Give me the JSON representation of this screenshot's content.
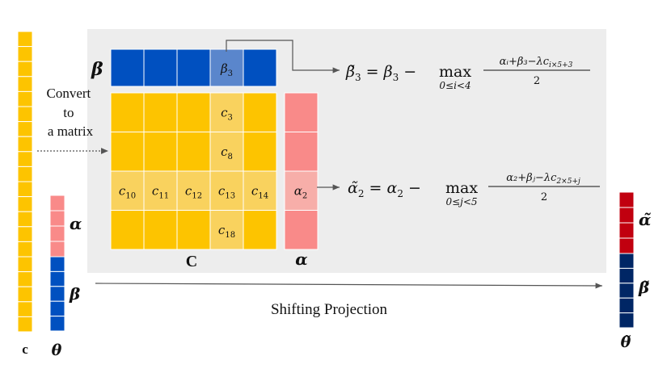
{
  "colors": {
    "c_vector": "#FDC400",
    "matrix_cell": "#FDC400",
    "matrix_highlight": "#F9D25E",
    "beta_blue": "#0050C0",
    "beta_highlight": "#5A86CC",
    "alpha_pink": "#F98A89",
    "alpha_highlight": "#F7AEA9",
    "out_red": "#C1000F",
    "out_navy": "#002665",
    "panel_bg": "#EDEDED",
    "arrow": "#555555"
  },
  "labels": {
    "c": "c",
    "theta": "θ",
    "alpha": "α",
    "beta": "β",
    "C_matrix": "C",
    "alpha_tilde": "α̃",
    "beta_tilde": "β̃",
    "theta_tilde": "θ̃",
    "convert": [
      "Convert",
      "to",
      "a matrix"
    ],
    "shifting_projection": "Shifting Projection"
  },
  "matrix": {
    "rows": 4,
    "cols": 5,
    "highlight_row": 2,
    "highlight_col": 3,
    "cell_labels": [
      {
        "row": 0,
        "col": 3,
        "base": "c",
        "sub": "3"
      },
      {
        "row": 1,
        "col": 3,
        "base": "c",
        "sub": "8"
      },
      {
        "row": 2,
        "col": 0,
        "base": "c",
        "sub": "10"
      },
      {
        "row": 2,
        "col": 1,
        "base": "c",
        "sub": "11"
      },
      {
        "row": 2,
        "col": 2,
        "base": "c",
        "sub": "12"
      },
      {
        "row": 2,
        "col": 3,
        "base": "c",
        "sub": "13"
      },
      {
        "row": 2,
        "col": 4,
        "base": "c",
        "sub": "14"
      },
      {
        "row": 3,
        "col": 3,
        "base": "c",
        "sub": "18"
      }
    ]
  },
  "beta_row": {
    "cells": 5,
    "highlight": 3,
    "label_base": "β",
    "label_sub": "3"
  },
  "alpha_col": {
    "cells": 4,
    "highlight": 2,
    "label_base": "α",
    "label_sub": "2"
  },
  "vectors": {
    "c_cells": 20,
    "theta_alpha_cells": 4,
    "theta_beta_cells": 5,
    "tilde_alpha_cells": 4,
    "tilde_beta_cells": 5
  },
  "equations": {
    "beta": {
      "lhs": "β̃",
      "lhs_sub": "3",
      "eq": " = ",
      "rhs_base": "β",
      "rhs_sub": "3",
      "minus": " − ",
      "op": "max",
      "op_sub": "0≤i<4",
      "numerator": "αᵢ+β₃−λc",
      "numerator_sub": "i×5+3",
      "denominator": "2"
    },
    "alpha": {
      "lhs": "α̃",
      "lhs_sub": "2",
      "eq": " = ",
      "rhs_base": "α",
      "rhs_sub": "2",
      "minus": " − ",
      "op": "max",
      "op_sub": "0≤j<5",
      "numerator": "α₂+βⱼ−λc",
      "numerator_sub": "2×5+j",
      "denominator": "2"
    }
  }
}
